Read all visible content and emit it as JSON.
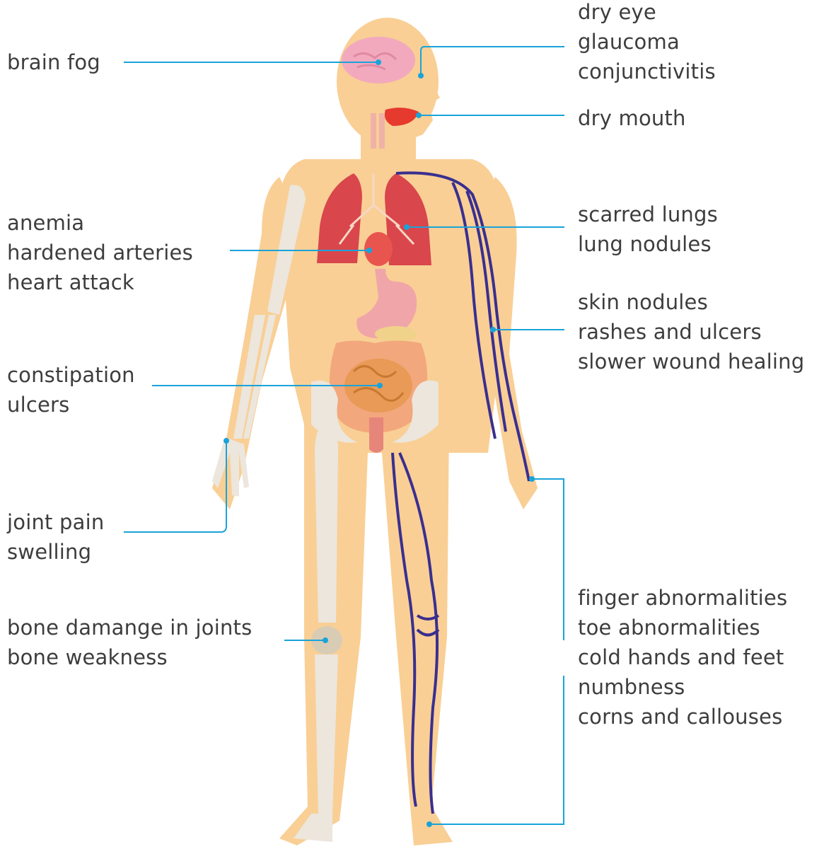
{
  "labels": {
    "brain": [
      "brain fog"
    ],
    "eyes": [
      "dry eye",
      "glaucoma",
      "conjunctivitis"
    ],
    "mouth": [
      "dry mouth"
    ],
    "lungs": [
      "scarred lungs",
      "lung nodules"
    ],
    "heart": [
      "anemia",
      "hardened arteries",
      "heart attack"
    ],
    "skin": [
      "skin nodules",
      "rashes and ulcers",
      "slower wound healing"
    ],
    "digestive": [
      "constipation",
      "ulcers"
    ],
    "joints": [
      "joint pain",
      "swelling"
    ],
    "extremities": [
      "finger abnormalities",
      "toe abnormalities",
      "cold hands and feet",
      "numbness",
      "corns and callouses"
    ],
    "bones": [
      "bone damange in joints",
      "bone weakness"
    ]
  },
  "colors": {
    "skin": "#f9cf95",
    "leader_line": "#1aa3d9",
    "bone": "#ece6dc",
    "vein": "#3a2f8f",
    "lung": "#d9464c",
    "brain": "#f2a9be",
    "gut": "#e89a56",
    "text": "#3d3d3d"
  }
}
